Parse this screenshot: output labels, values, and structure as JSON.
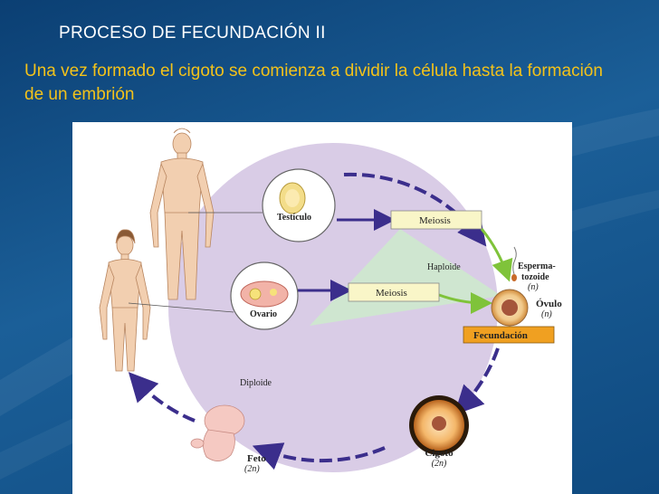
{
  "slide": {
    "title": "PROCESO DE FECUNDACIÓN II",
    "subtitle": "Una vez formado el cigoto se comienza a dividir la célula hasta la formación de un embrión"
  },
  "diagram": {
    "testiculo": "Testículo",
    "ovario": "Ovario",
    "meiosis_top": "Meiosis",
    "meiosis_bottom": "Meiosis",
    "haploide": "Haploide",
    "espermatozoide_1": "Esperma-",
    "espermatozoide_2": "tozoide",
    "espermatozoide_n": "(n)",
    "ovulo": "Óvulo",
    "ovulo_n": "(n)",
    "fecundacion": "Fecundación",
    "diploide": "Diploide",
    "cigoto": "Cigoto",
    "cigoto_n": "(2n)",
    "feto": "Feto",
    "feto_n": "(2n)"
  },
  "colors": {
    "diploid_fill": "#d9cce6",
    "haploid_fill": "#cfe6d0",
    "cycle_arrow": "#3b2e8c",
    "meiosis_arrow": "#7fc33a",
    "label_box": "#f9f6c8",
    "fecundacion_box": "#f0a021"
  }
}
